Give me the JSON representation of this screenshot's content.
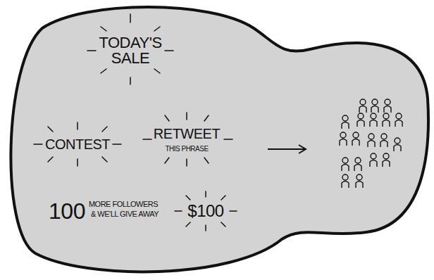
{
  "diagram": {
    "labels": [
      "TODAY'S SALE",
      "CONTEST",
      "RETWEET",
      "THIS PHRASE",
      "100",
      "MORE FOLLOWERS",
      "& WE'LL GIVE AWAY",
      "$100"
    ]
  }
}
